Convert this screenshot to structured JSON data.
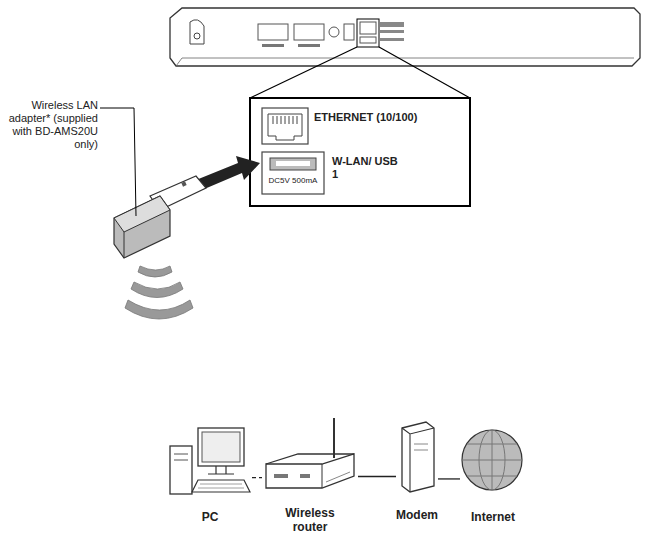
{
  "diagram": {
    "nodes": [
      {
        "text": [
          "PC"
        ]
      },
      {
        "text": [
          "Wireless router"
        ]
      },
      {
        "text": [
          "Modem"
        ]
      },
      {
        "text": [
          "Internet"
        ]
      }
    ],
    "edges": [
      {
        "from": 0,
        "to": 1,
        "arrow": "none"
      },
      {
        "from": 1,
        "to": 2,
        "arrow": "none"
      },
      {
        "from": 2,
        "to": 3,
        "arrow": "none"
      }
    ],
    "labels": [
      "ETHERNET (10/100)",
      "W-LAN/ USB 1",
      "DC5V 500mA",
      "Wireless LAN adapter* (supplied with BD-AMS20U only)"
    ]
  }
}
